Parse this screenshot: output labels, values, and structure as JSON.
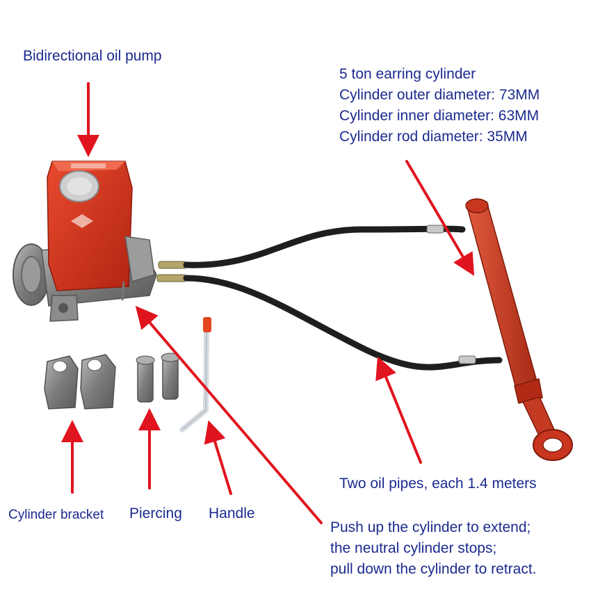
{
  "labels": {
    "pump": "Bidirectional oil pump",
    "cylinder_specs": [
      "5 ton earring cylinder",
      "Cylinder outer diameter: 73MM",
      "Cylinder inner diameter: 63MM",
      "Cylinder rod diameter: 35MM"
    ],
    "pipes": "Two oil pipes, each 1.4 meters",
    "bracket": "Cylinder bracket",
    "piercing": "Piercing",
    "handle": "Handle",
    "instructions": [
      "Push up the cylinder to extend;",
      "the neutral cylinder stops;",
      "pull down the cylinder to retract."
    ]
  },
  "colors": {
    "text": "#1b2a8f",
    "arrow": "#e0141e",
    "pump_body": "#d8321d",
    "cylinder": "#c8361f",
    "hose": "#1e1e1e",
    "metal": "#8a8a8a"
  }
}
